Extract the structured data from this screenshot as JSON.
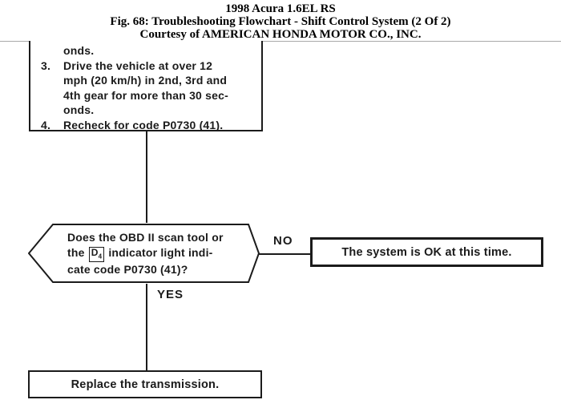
{
  "header": {
    "line1": "1998 Acura 1.6EL RS",
    "line2": "Fig. 68: Troubleshooting Flowchart - Shift Control System (2 Of 2)",
    "line3": "Courtesy of AMERICAN HONDA MOTOR CO., INC."
  },
  "flowchart": {
    "step_box": {
      "lines": [
        {
          "num": "",
          "text": "onds."
        },
        {
          "num": "3.",
          "text": "Drive the vehicle at over 12"
        },
        {
          "num": "",
          "text": "mph (20 km/h) in 2nd, 3rd and"
        },
        {
          "num": "",
          "text": "4th gear for more than 30 sec-"
        },
        {
          "num": "",
          "text": "onds."
        },
        {
          "num": "4.",
          "text": "Recheck for code P0730 (41)."
        }
      ]
    },
    "decision": {
      "line1": "Does the OBD II scan tool or",
      "line2_pre": "the",
      "indicator": "D",
      "indicator_sub": "4",
      "line2_post": "indicator light indi-",
      "line3": "cate code P0730 (41)?"
    },
    "labels": {
      "no": "NO",
      "yes": "YES"
    },
    "ok_box_text": "The system is OK at this time.",
    "replace_box_text": "Replace the transmission."
  },
  "colors": {
    "ink": "#1b1b1b",
    "background": "#ffffff",
    "header_rule": "#a9a9a9"
  }
}
